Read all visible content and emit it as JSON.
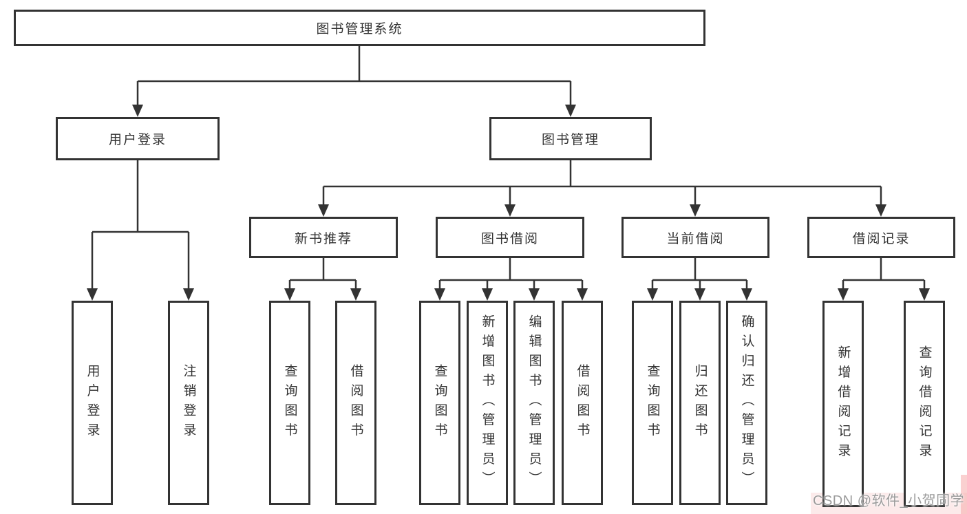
{
  "tree": {
    "label": "图书管理系统",
    "children": [
      {
        "label": "用户登录",
        "children": [
          {
            "label": "用户登录"
          },
          {
            "label": "注销登录"
          }
        ]
      },
      {
        "label": "图书管理",
        "children": [
          {
            "label": "新书推荐",
            "children": [
              {
                "label": "查询图书"
              },
              {
                "label": "借阅图书"
              }
            ]
          },
          {
            "label": "图书借阅",
            "children": [
              {
                "label": "查询图书"
              },
              {
                "label": "新增图书（管理员）"
              },
              {
                "label": "编辑图书（管理员）"
              },
              {
                "label": "借阅图书"
              }
            ]
          },
          {
            "label": "当前借阅",
            "children": [
              {
                "label": "查询图书"
              },
              {
                "label": "归还图书"
              },
              {
                "label": "确认归还（管理员）"
              }
            ]
          },
          {
            "label": "借阅记录",
            "children": [
              {
                "label": "新增借阅记录"
              },
              {
                "label": "查询借阅记录"
              }
            ]
          }
        ]
      }
    ]
  },
  "watermark": {
    "text": "CSDN @软件_小贺同学"
  },
  "colors": {
    "box_border": "#333333",
    "box_fill": "#ffffff",
    "text": "#333333",
    "connector": "#333333",
    "watermark_text": "#9b9b9b",
    "watermark_pink": "#f6baba",
    "background": "#ffffff"
  }
}
